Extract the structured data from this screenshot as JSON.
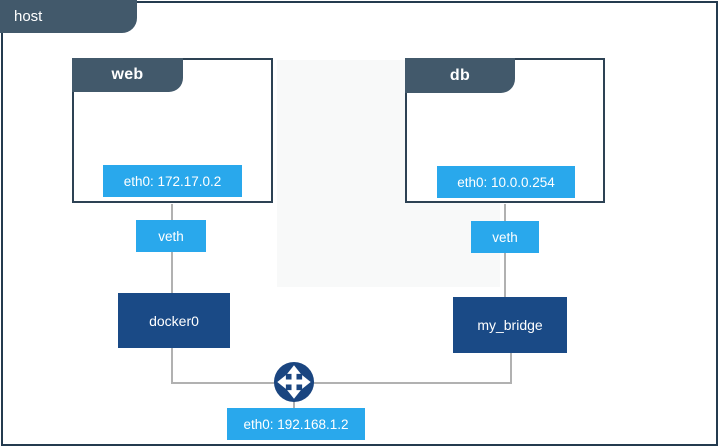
{
  "host": {
    "label": "host",
    "interface": "eth0: 192.168.1.2"
  },
  "containers": [
    {
      "name": "web",
      "interface": "eth0: 172.17.0.2",
      "veth": "veth",
      "bridge": "docker0"
    },
    {
      "name": "db",
      "interface": "eth0: 10.0.0.254",
      "veth": "veth",
      "bridge": "my_bridge"
    }
  ],
  "icons": {
    "router": "crossroads-arrows-icon"
  },
  "colors": {
    "tab_slate": "#42596B",
    "box_border": "#2D4254",
    "bright_blue": "#29A8EC",
    "navy": "#1A4A86",
    "connector_gray": "#B1B1B1"
  }
}
